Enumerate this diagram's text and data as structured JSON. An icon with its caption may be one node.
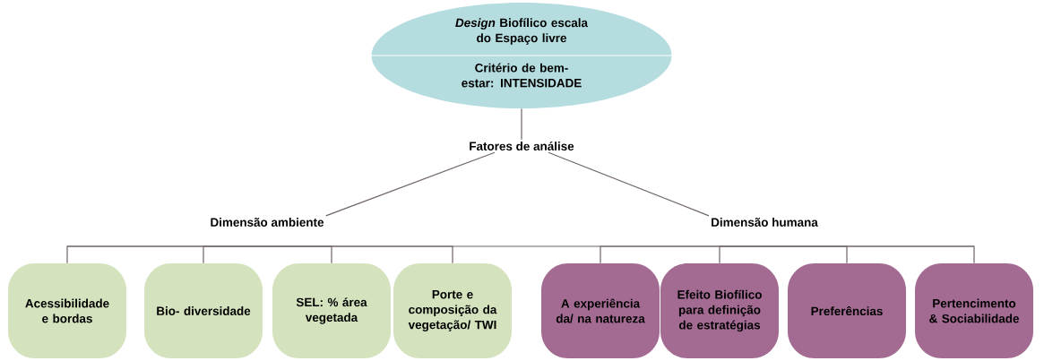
{
  "diagram": {
    "nodes": [
      {
        "text": [
          "*Design* Biofílico escala do Espaço livre",
          "Critério de bem-estar: INTENSIDADE"
        ]
      },
      {
        "text": [
          "Fatores de análise"
        ]
      },
      {
        "text": [
          "Dimensão ambiente"
        ]
      },
      {
        "text": [
          "Dimensão humana"
        ]
      },
      {
        "text": [
          "Acessibilidade e bordas"
        ]
      },
      {
        "text": [
          "Bio- diversidade"
        ]
      },
      {
        "text": [
          "SEL: % área vegetada"
        ]
      },
      {
        "text": [
          "Porte e composição da vegetação/ TWI"
        ]
      },
      {
        "text": [
          "A experiência da/ na natureza"
        ]
      },
      {
        "text": [
          "Efeito Biofílico para definição de estratégias"
        ]
      },
      {
        "text": [
          "Preferências"
        ]
      },
      {
        "text": [
          "Pertencimento & Sociabilidade"
        ]
      }
    ],
    "edges": [
      {
        "from": 0,
        "to": 1,
        "arrow": "none"
      },
      {
        "from": 1,
        "to": 2,
        "arrow": "none"
      },
      {
        "from": 1,
        "to": 3,
        "arrow": "none"
      },
      {
        "from": 2,
        "to": 4,
        "arrow": "none"
      },
      {
        "from": 2,
        "to": 5,
        "arrow": "none"
      },
      {
        "from": 2,
        "to": 6,
        "arrow": "none"
      },
      {
        "from": 2,
        "to": 7,
        "arrow": "none"
      },
      {
        "from": 3,
        "to": 8,
        "arrow": "none"
      },
      {
        "from": 3,
        "to": 9,
        "arrow": "none"
      },
      {
        "from": 3,
        "to": 10,
        "arrow": "none"
      },
      {
        "from": 3,
        "to": 11,
        "arrow": "none"
      }
    ]
  }
}
